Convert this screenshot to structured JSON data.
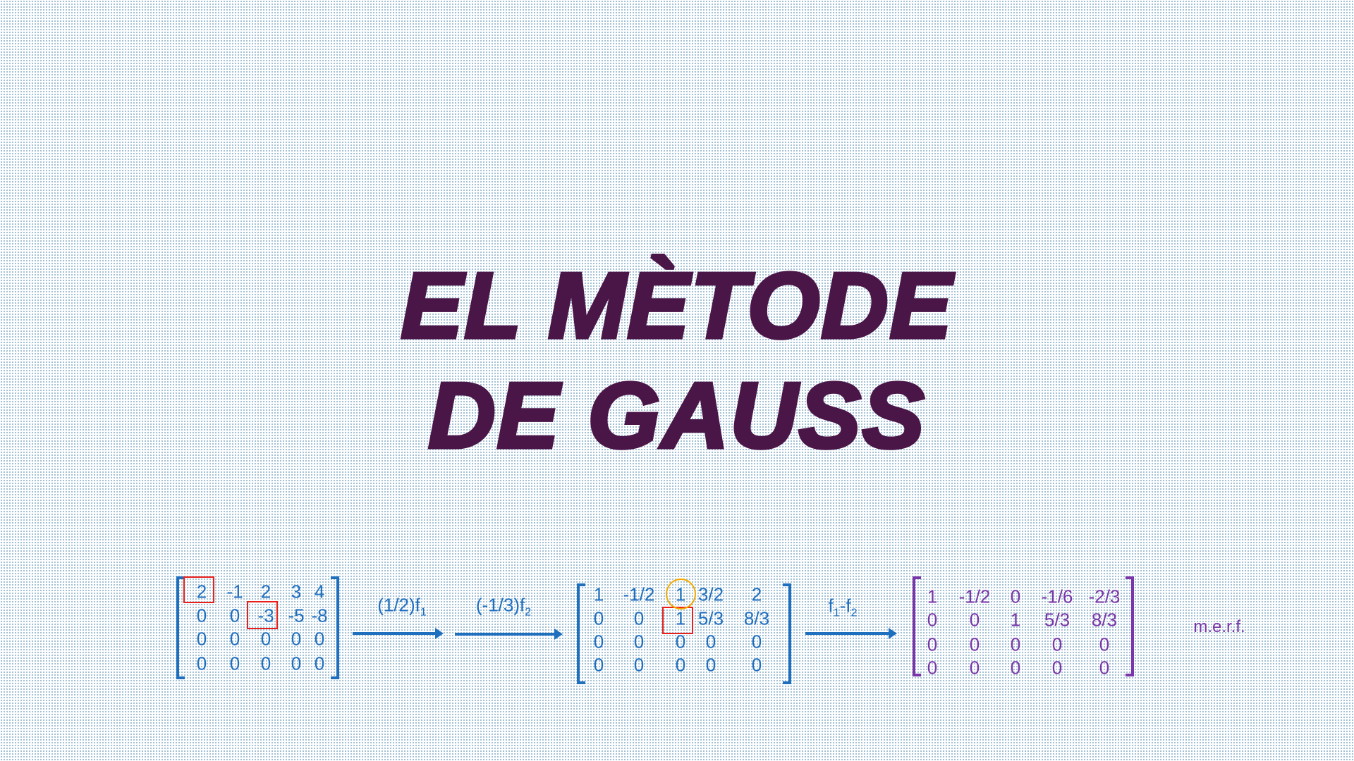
{
  "title": {
    "line1": "EL MÈTODE",
    "line2": "DE GAUSS"
  },
  "matrices": [
    {
      "rows": [
        [
          "2",
          "-1",
          "2",
          "3",
          "4"
        ],
        [
          "0",
          "0",
          "-3",
          "-5",
          "-8"
        ],
        [
          "0",
          "0",
          "0",
          "0",
          "0"
        ],
        [
          "0",
          "0",
          "0",
          "0",
          "0"
        ]
      ]
    },
    {
      "rows": [
        [
          "1",
          "-1/2",
          "1",
          "3/2",
          "2"
        ],
        [
          "0",
          "0",
          "1",
          "5/3",
          "8/3"
        ],
        [
          "0",
          "0",
          "0",
          "0",
          "0"
        ],
        [
          "0",
          "0",
          "0",
          "0",
          "0"
        ]
      ]
    },
    {
      "rows": [
        [
          "1",
          "-1/2",
          "0",
          "-1/6",
          "-2/3"
        ],
        [
          "0",
          "0",
          "1",
          "5/3",
          "8/3"
        ],
        [
          "0",
          "0",
          "0",
          "0",
          "0"
        ],
        [
          "0",
          "0",
          "0",
          "0",
          "0"
        ]
      ]
    }
  ],
  "operations": [
    {
      "main": "(1/2)f",
      "sub": "1"
    },
    {
      "main": "(-1/3)f",
      "sub": "2"
    },
    {
      "main": "f",
      "sub": "1",
      "rest": "-f",
      "sub2": "2"
    }
  ],
  "result_label": "m.e.r.f.",
  "colors": {
    "title": "#4a1648",
    "matrix": "#1f6fbf",
    "result": "#7a35a8",
    "pivot_box": "#e8201c",
    "highlight_circle": "#f2a900"
  }
}
